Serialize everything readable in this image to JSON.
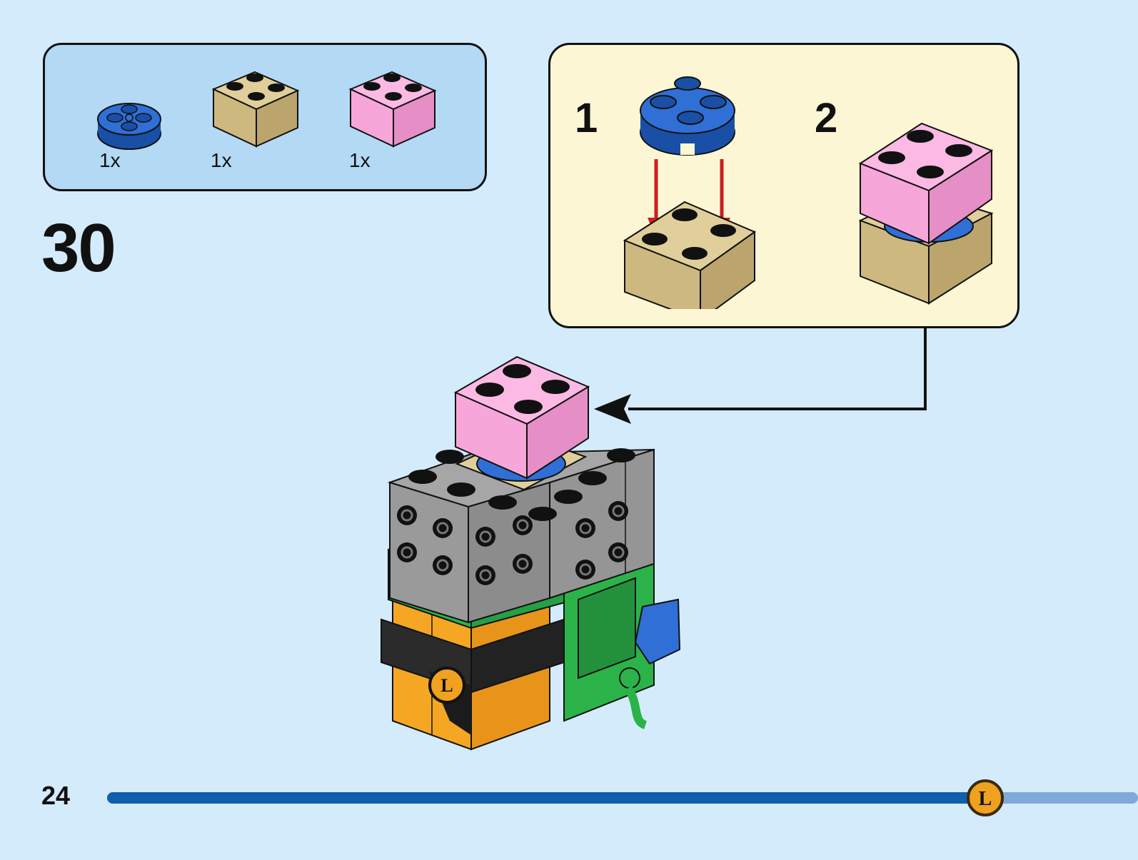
{
  "parts": [
    {
      "name": "blue round plate 2x2",
      "color": "#1f5fc4",
      "qty": "1x"
    },
    {
      "name": "tan brick 2x2",
      "color": "#d8c48e",
      "qty": "1x"
    },
    {
      "name": "pink brick 2x2",
      "color": "#f7a6da",
      "qty": "1x"
    }
  ],
  "step": {
    "number": "30"
  },
  "substeps": [
    {
      "label": "1"
    },
    {
      "label": "2"
    }
  ],
  "page": {
    "number": "24",
    "progress": 0.86
  },
  "colors": {
    "background": "#d4ebfc",
    "parts_panel": "#b3d9f4",
    "sub_panel": "#fdf6d4",
    "arrow": "#cc1f1f",
    "progress_fill": "#0f5fae",
    "progress_track": "#7fa9d9",
    "badge": "#f0a11f"
  },
  "icons": [
    "lego-logo-badge-icon",
    "down-arrow-icon",
    "callout-arrow-icon"
  ]
}
